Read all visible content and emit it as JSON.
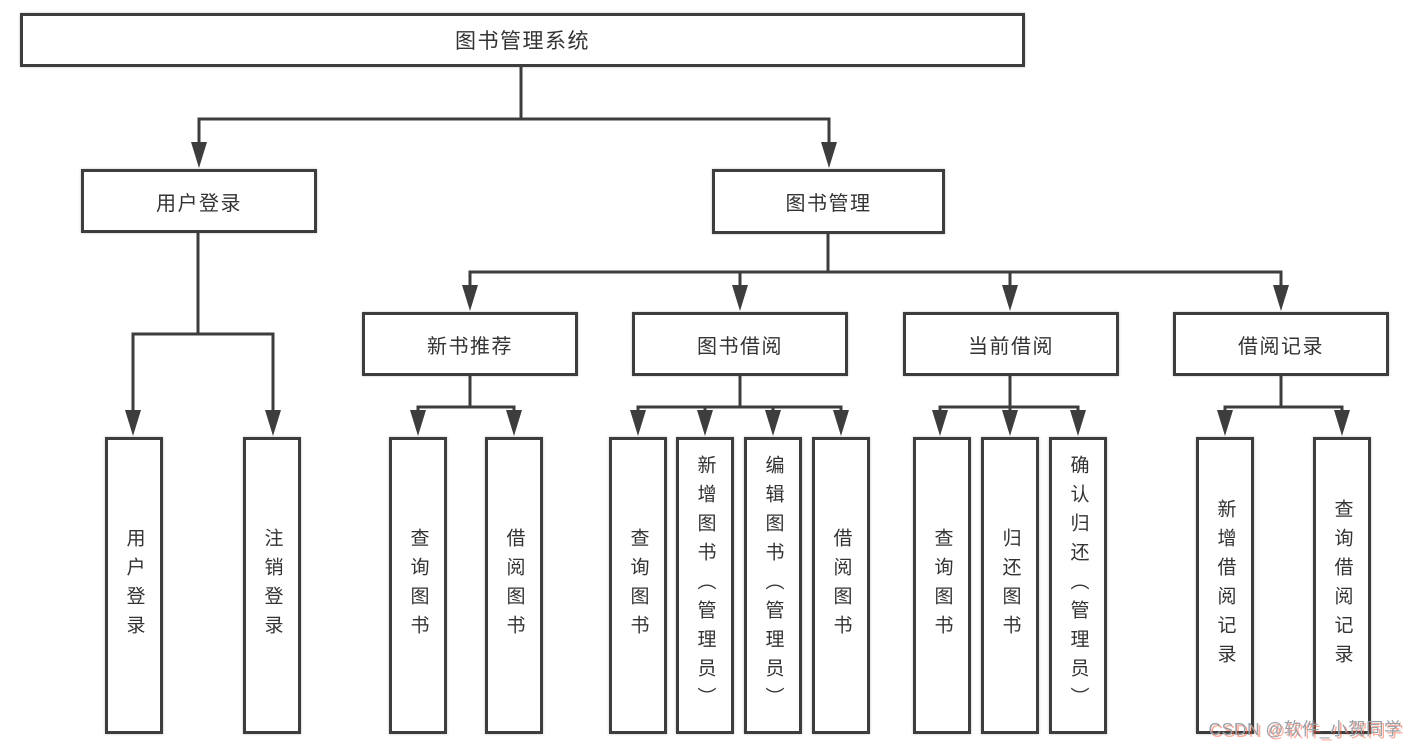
{
  "diagram": {
    "title": "图书管理系统",
    "colors": {
      "line": "#3d3d3d",
      "text": "#333333",
      "box_background": "#ffffff"
    },
    "nodes": [
      {
        "id": "root",
        "label": "图书管理系统",
        "parent": null,
        "orientation": "horizontal"
      },
      {
        "id": "user-login",
        "label": "用户登录",
        "parent": "root",
        "orientation": "horizontal"
      },
      {
        "id": "book-mgmt",
        "label": "图书管理",
        "parent": "root",
        "orientation": "horizontal"
      },
      {
        "id": "new-book-rec",
        "label": "新书推荐",
        "parent": "book-mgmt",
        "orientation": "horizontal"
      },
      {
        "id": "book-borrow",
        "label": "图书借阅",
        "parent": "book-mgmt",
        "orientation": "horizontal"
      },
      {
        "id": "current-borrow",
        "label": "当前借阅",
        "parent": "book-mgmt",
        "orientation": "horizontal"
      },
      {
        "id": "borrow-record",
        "label": "借阅记录",
        "parent": "book-mgmt",
        "orientation": "horizontal"
      },
      {
        "id": "leaf-user-login",
        "label": "用户登录",
        "parent": "user-login",
        "orientation": "vertical"
      },
      {
        "id": "leaf-logout",
        "label": "注销登录",
        "parent": "user-login",
        "orientation": "vertical"
      },
      {
        "id": "leaf-query-book-1",
        "label": "查询图书",
        "parent": "new-book-rec",
        "orientation": "vertical"
      },
      {
        "id": "leaf-borrow-book-1",
        "label": "借阅图书",
        "parent": "new-book-rec",
        "orientation": "vertical"
      },
      {
        "id": "leaf-query-book-2",
        "label": "查询图书",
        "parent": "book-borrow",
        "orientation": "vertical"
      },
      {
        "id": "leaf-add-book",
        "label": "新增图书（管理员）",
        "parent": "book-borrow",
        "orientation": "vertical"
      },
      {
        "id": "leaf-edit-book",
        "label": "编辑图书（管理员）",
        "parent": "book-borrow",
        "orientation": "vertical"
      },
      {
        "id": "leaf-borrow-book-2",
        "label": "借阅图书",
        "parent": "book-borrow",
        "orientation": "vertical"
      },
      {
        "id": "leaf-query-book-3",
        "label": "查询图书",
        "parent": "current-borrow",
        "orientation": "vertical"
      },
      {
        "id": "leaf-return-book",
        "label": "归还图书",
        "parent": "current-borrow",
        "orientation": "vertical"
      },
      {
        "id": "leaf-confirm-return",
        "label": "确认归还（管理员）",
        "parent": "current-borrow",
        "orientation": "vertical"
      },
      {
        "id": "leaf-add-borrow-record",
        "label": "新增借阅记录",
        "parent": "borrow-record",
        "orientation": "vertical"
      },
      {
        "id": "leaf-query-borrow-record",
        "label": "查询借阅记录",
        "parent": "borrow-record",
        "orientation": "vertical"
      }
    ]
  },
  "watermark": {
    "text": "CSDN @软件_小贺同学",
    "color": "#9ba1a8",
    "accent": "#fc5531"
  }
}
